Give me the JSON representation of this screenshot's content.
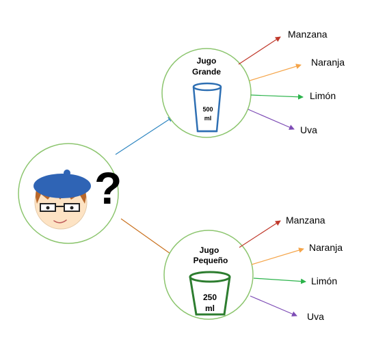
{
  "colors": {
    "node_border": "#8cc56e",
    "arrow_to_large": "#2e86c1",
    "arrow_to_small": "#c9711e",
    "cup_large": "#2e6fb3",
    "cup_small": "#2d7d2f",
    "hat": "#2f64b5",
    "apple": "#c0392b",
    "orange": "#f5a54a",
    "lemon": "#2bb34a",
    "grape": "#7d4bb5"
  },
  "person": {
    "icon": "child-face-icon",
    "question_mark": "?"
  },
  "large_juice": {
    "title_line1": "Jugo",
    "title_line2": "Grande",
    "volume_line1": "500",
    "volume_line2": "ml",
    "icon": "glass-icon",
    "flavors": [
      "Manzana",
      "Naranja",
      "Limón",
      "Uva"
    ]
  },
  "small_juice": {
    "title_line1": "Jugo",
    "title_line2": "Pequeño",
    "volume_line1": "250",
    "volume_line2": "ml",
    "icon": "glass-icon",
    "flavors": [
      "Manzana",
      "Naranja",
      "Limón",
      "Uva"
    ]
  }
}
